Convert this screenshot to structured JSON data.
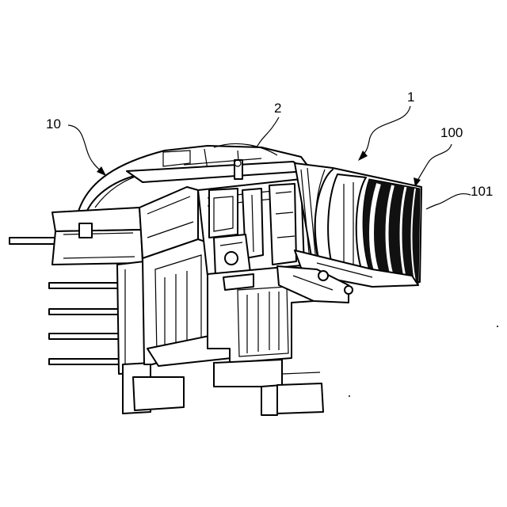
{
  "figure": {
    "labels": [
      {
        "id": "ref-1",
        "text": "1"
      },
      {
        "id": "ref-2",
        "text": "2"
      },
      {
        "id": "ref-10",
        "text": "10"
      },
      {
        "id": "ref-100",
        "text": "100"
      },
      {
        "id": "ref-101",
        "text": "101"
      }
    ]
  }
}
